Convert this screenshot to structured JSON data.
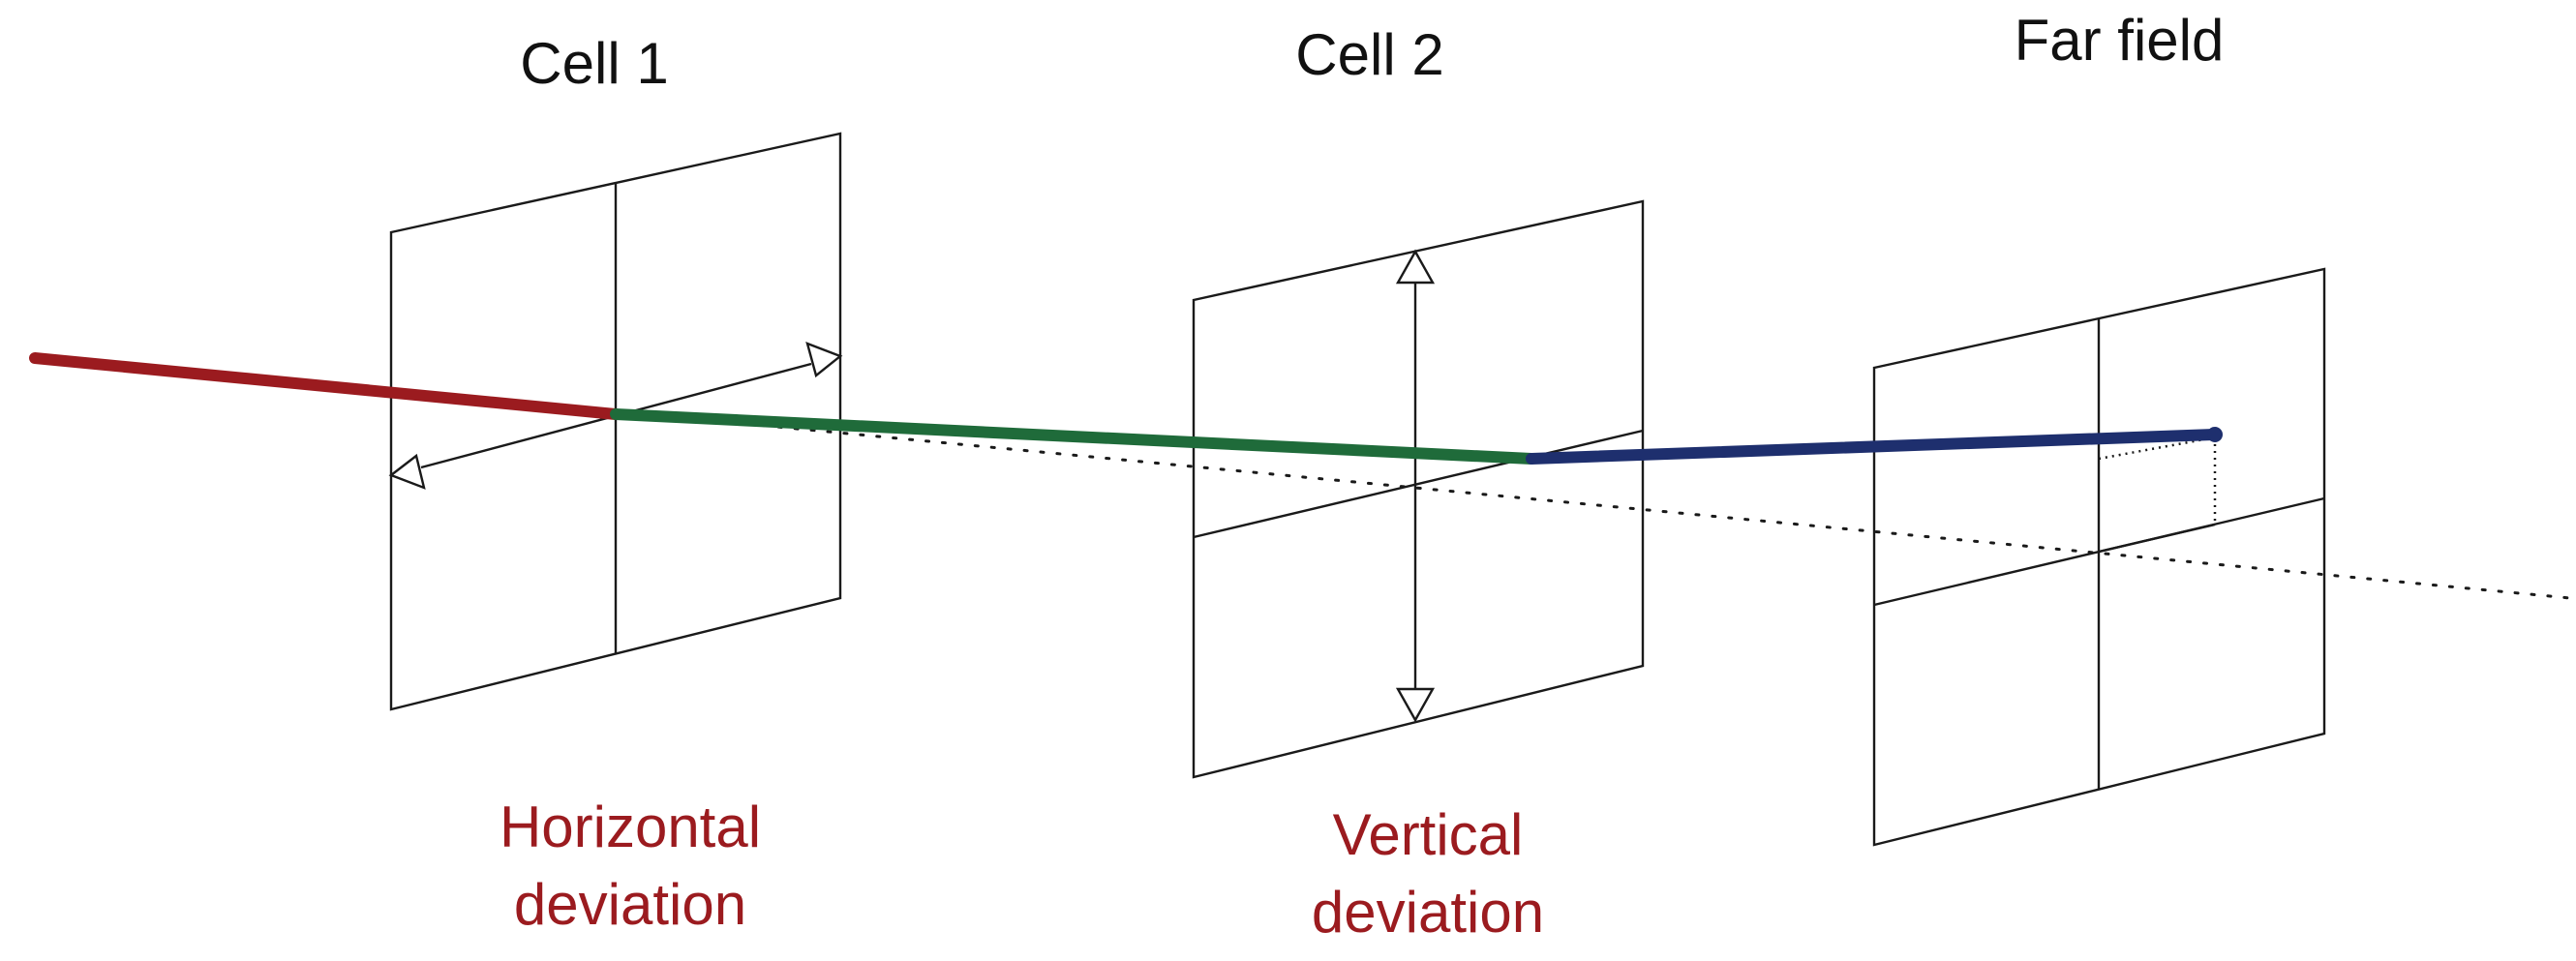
{
  "labels": {
    "cell1": "Cell 1",
    "cell2": "Cell 2",
    "far_field": "Far field",
    "horizontal_line1": "Horizontal",
    "horizontal_line2": "deviation",
    "vertical_line1": "Vertical",
    "vertical_line2": "deviation"
  },
  "colors": {
    "beam_incoming": "#9b1b1f",
    "beam_between_cells": "#1f6b3a",
    "beam_to_far_field": "#1e2f6e",
    "annotation_text": "#9b1b1f",
    "outline": "#1a1a1a"
  }
}
